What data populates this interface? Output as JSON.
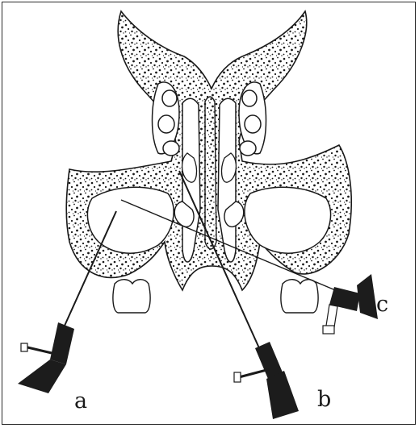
{
  "figure": {
    "labels": {
      "a": "a",
      "b": "b",
      "c": "c"
    },
    "colors": {
      "ink": "#1a1a1a",
      "bone_fill": "#ffffff",
      "scope_body": "#1c1c1c",
      "frame": "#2a2a2a"
    }
  }
}
